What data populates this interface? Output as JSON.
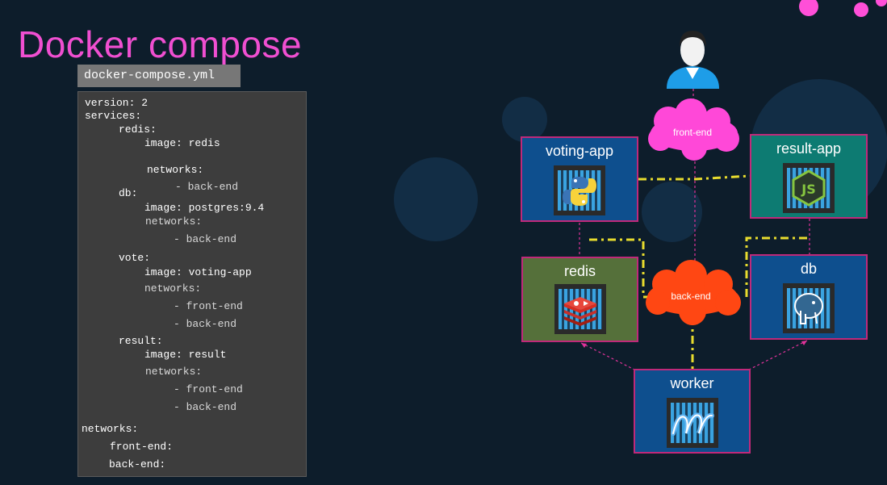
{
  "slide": {
    "title": "Docker compose"
  },
  "code": {
    "filename": "docker-compose.yml",
    "lines": [
      "version: 2",
      "services:",
      "redis:",
      "image: redis",
      "networks:",
      "- back-end",
      "db:",
      "image: postgres:9.4",
      "networks:",
      "- back-end",
      "vote:",
      "image: voting-app",
      "networks:",
      "- front-end",
      "- back-end",
      "result:",
      "image: result",
      "networks:",
      "- front-end",
      "- back-end",
      "networks:",
      "front-end:",
      "back-end:"
    ]
  },
  "diagram": {
    "services": {
      "voting_app": "voting-app",
      "result_app": "result-app",
      "redis": "redis",
      "db": "db",
      "worker": "worker"
    },
    "networks": {
      "front_end": "front-end",
      "back_end": "back-end"
    },
    "colors": {
      "voting_app": "#0e4f8e",
      "result_app": "#0d7b72",
      "redis": "#55703a",
      "db": "#0e4f8e",
      "worker": "#0e4f8e",
      "front_end_cloud": "#ff48d8",
      "back_end_cloud": "#ff4713",
      "link": "#e8dc2e",
      "accent": "#f04fd1"
    },
    "icons": {
      "user": "user-icon",
      "voting_app": "python-icon",
      "result_app": "nodejs-icon",
      "redis": "redis-icon",
      "db": "postgres-icon",
      "worker": "dotnet-icon"
    }
  }
}
